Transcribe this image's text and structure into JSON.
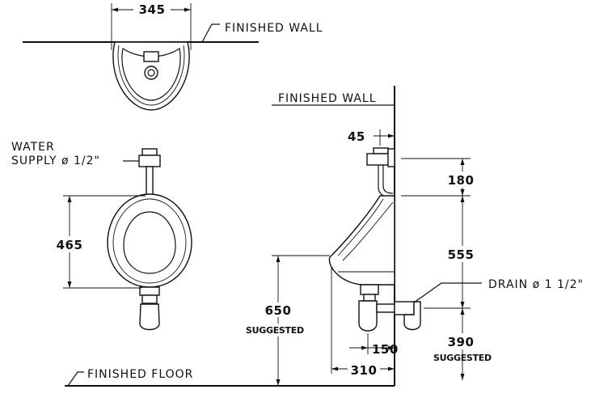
{
  "labels": {
    "finished_wall_top": "FINISHED  WALL",
    "finished_wall_side": "FINISHED  WALL",
    "water_supply_line1": "WATER",
    "water_supply_line2": "SUPPLY ø 1/2\"",
    "drain": "DRAIN ø 1 1/2\"",
    "finished_floor": "FINISHED  FLOOR"
  },
  "dimensions": {
    "top_width": "345",
    "front_height": "465",
    "side_wall_offset": "45",
    "side_top_gap": "180",
    "side_body_height": "555",
    "side_mount_height": "650",
    "side_mount_note": "SUGGESTED",
    "drain_height": "390",
    "drain_note": "SUGGESTED",
    "drain_offset": "150",
    "side_depth": "310"
  }
}
